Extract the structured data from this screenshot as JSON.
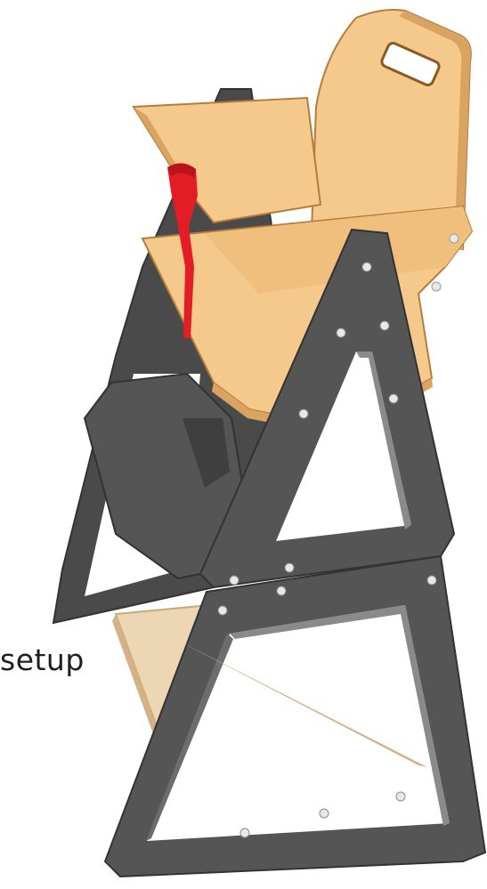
{
  "caption": {
    "text": "setup"
  },
  "colors": {
    "frame": "#555556",
    "frame_dark": "#3b3b3c",
    "frame_edge": "#8a8a8c",
    "wood": "#f5c98c",
    "wood_shade": "#d9a462",
    "wood_dark": "#b57c3a",
    "platform": "#ecd6b4",
    "strap": "#e31d25",
    "bolt": "#e9e9e3"
  },
  "illustration": {
    "subject": "wooden-high-chair",
    "parts": [
      "seat",
      "backrest",
      "tray-arms",
      "safety-strap",
      "front-a-frame",
      "rear-a-frame",
      "footrest-panel",
      "foot-platform",
      "bolts"
    ]
  }
}
